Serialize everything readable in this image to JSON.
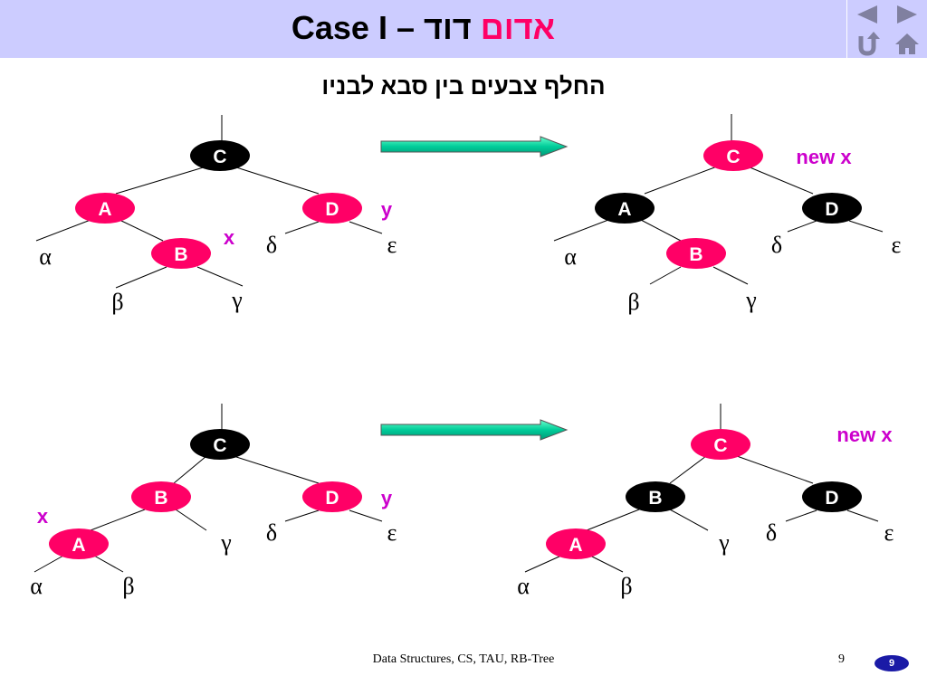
{
  "header": {
    "title_prefix": "Case I – ",
    "title_red": "אדום",
    "title_black": "דוד",
    "accent_color": "#ff0066",
    "background": "#ccccff"
  },
  "subtitle": "החלף צבעים בין סבא לבניו",
  "nav": {
    "prev_icon": "triangle-left-icon",
    "next_icon": "triangle-right-icon",
    "return_icon": "return-arrow-icon",
    "home_icon": "home-icon"
  },
  "colors": {
    "red": "#ff0066",
    "black": "#000000",
    "label": "#cc00cc",
    "arrow": "#00cc99"
  },
  "diagrams": [
    {
      "nodes": [
        {
          "id": "C",
          "label": "C",
          "color": "black"
        },
        {
          "id": "A",
          "label": "A",
          "color": "red"
        },
        {
          "id": "D",
          "label": "D",
          "color": "red"
        },
        {
          "id": "B",
          "label": "B",
          "color": "red"
        }
      ],
      "leaves": [
        "α",
        "β",
        "γ",
        "δ",
        "ε"
      ],
      "markers": [
        "y",
        "x"
      ]
    },
    {
      "nodes": [
        {
          "id": "C",
          "label": "C",
          "color": "red"
        },
        {
          "id": "A",
          "label": "A",
          "color": "black"
        },
        {
          "id": "D",
          "label": "D",
          "color": "black"
        },
        {
          "id": "B",
          "label": "B",
          "color": "red"
        }
      ],
      "leaves": [
        "α",
        "β",
        "γ",
        "δ",
        "ε"
      ],
      "markers": [
        "new x"
      ]
    },
    {
      "nodes": [
        {
          "id": "C",
          "label": "C",
          "color": "black"
        },
        {
          "id": "B",
          "label": "B",
          "color": "red"
        },
        {
          "id": "D",
          "label": "D",
          "color": "red"
        },
        {
          "id": "A",
          "label": "A",
          "color": "red"
        }
      ],
      "leaves": [
        "α",
        "β",
        "γ",
        "δ",
        "ε"
      ],
      "markers": [
        "y",
        "x"
      ]
    },
    {
      "nodes": [
        {
          "id": "C",
          "label": "C",
          "color": "red"
        },
        {
          "id": "B",
          "label": "B",
          "color": "black"
        },
        {
          "id": "D",
          "label": "D",
          "color": "black"
        },
        {
          "id": "A",
          "label": "A",
          "color": "red"
        }
      ],
      "leaves": [
        "α",
        "β",
        "γ",
        "δ",
        "ε"
      ],
      "markers": [
        "new x"
      ]
    }
  ],
  "footer": {
    "text": "Data Structures, CS, TAU, RB-Tree",
    "page": "9",
    "badge": "9"
  }
}
